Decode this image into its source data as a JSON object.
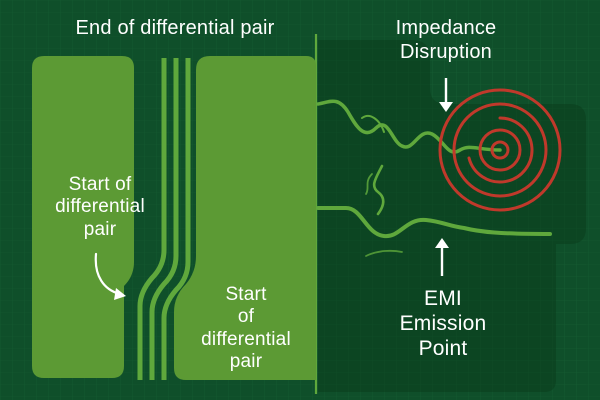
{
  "colors": {
    "background": "#0f4f2a",
    "dark_region": "#0c4522",
    "grid": "#1c6a3a",
    "copper_pad": "#5c9a34",
    "trace": "#5fa83c",
    "emi_rings": "#c0392b",
    "text": "#ffffff"
  },
  "labels": {
    "end_pair": "End of differential pair",
    "impedance": [
      "Impedance",
      "Disruption"
    ],
    "start_left": [
      "Start of",
      "differential",
      "pair"
    ],
    "start_right": [
      "Start",
      "of",
      "differential",
      "pair"
    ],
    "emi": [
      "EMI",
      "Emission",
      "Point"
    ]
  },
  "icons": [
    "arrow-down-icon",
    "arrow-up-icon",
    "curved-arrow-icon",
    "target-rings-icon"
  ]
}
